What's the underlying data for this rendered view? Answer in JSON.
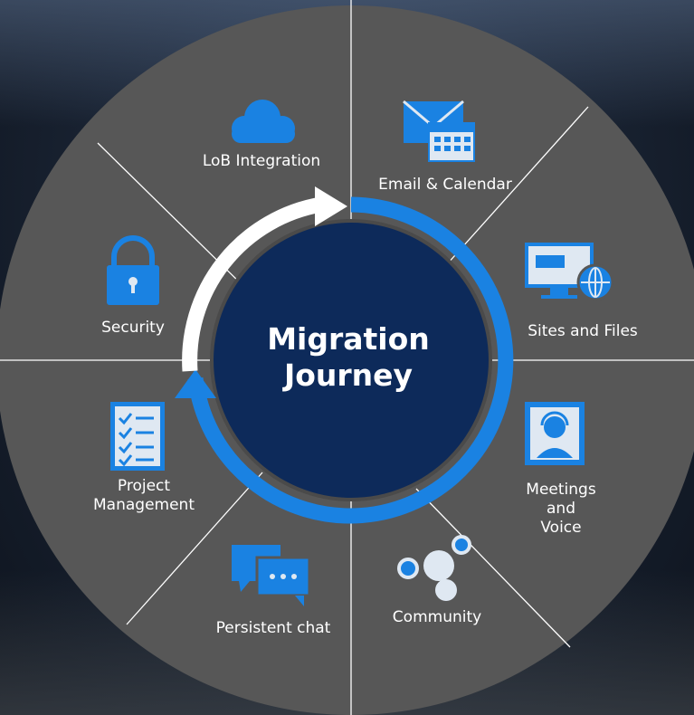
{
  "diagram": {
    "center": {
      "line1": "Migration",
      "line2": "Journey"
    },
    "segments": {
      "lob_integration": "LoB Integration",
      "email_calendar": "Email & Calendar",
      "sites_files": "Sites and Files",
      "meetings_voice": {
        "line1": "Meetings",
        "line2": "and",
        "line3": "Voice"
      },
      "community": "Community",
      "persistent_chat": "Persistent chat",
      "project_management": {
        "line1": "Project",
        "line2": "Management"
      },
      "security": "Security"
    },
    "colors": {
      "wheel_fill": "#575757",
      "divider": "#ffffff",
      "center_fill": "#0d2a5a",
      "center_ring": "#4a4a4a",
      "arrow_blue": "#1a82e2",
      "arrow_white": "#ffffff",
      "icon_blue": "#1a82e2",
      "icon_light": "#dfe8f2"
    },
    "icons": [
      "cloud-icon",
      "mail-calendar-icon",
      "monitor-globe-icon",
      "headset-user-icon",
      "community-bubbles-icon",
      "chat-bubbles-icon",
      "checklist-icon",
      "padlock-icon"
    ]
  }
}
